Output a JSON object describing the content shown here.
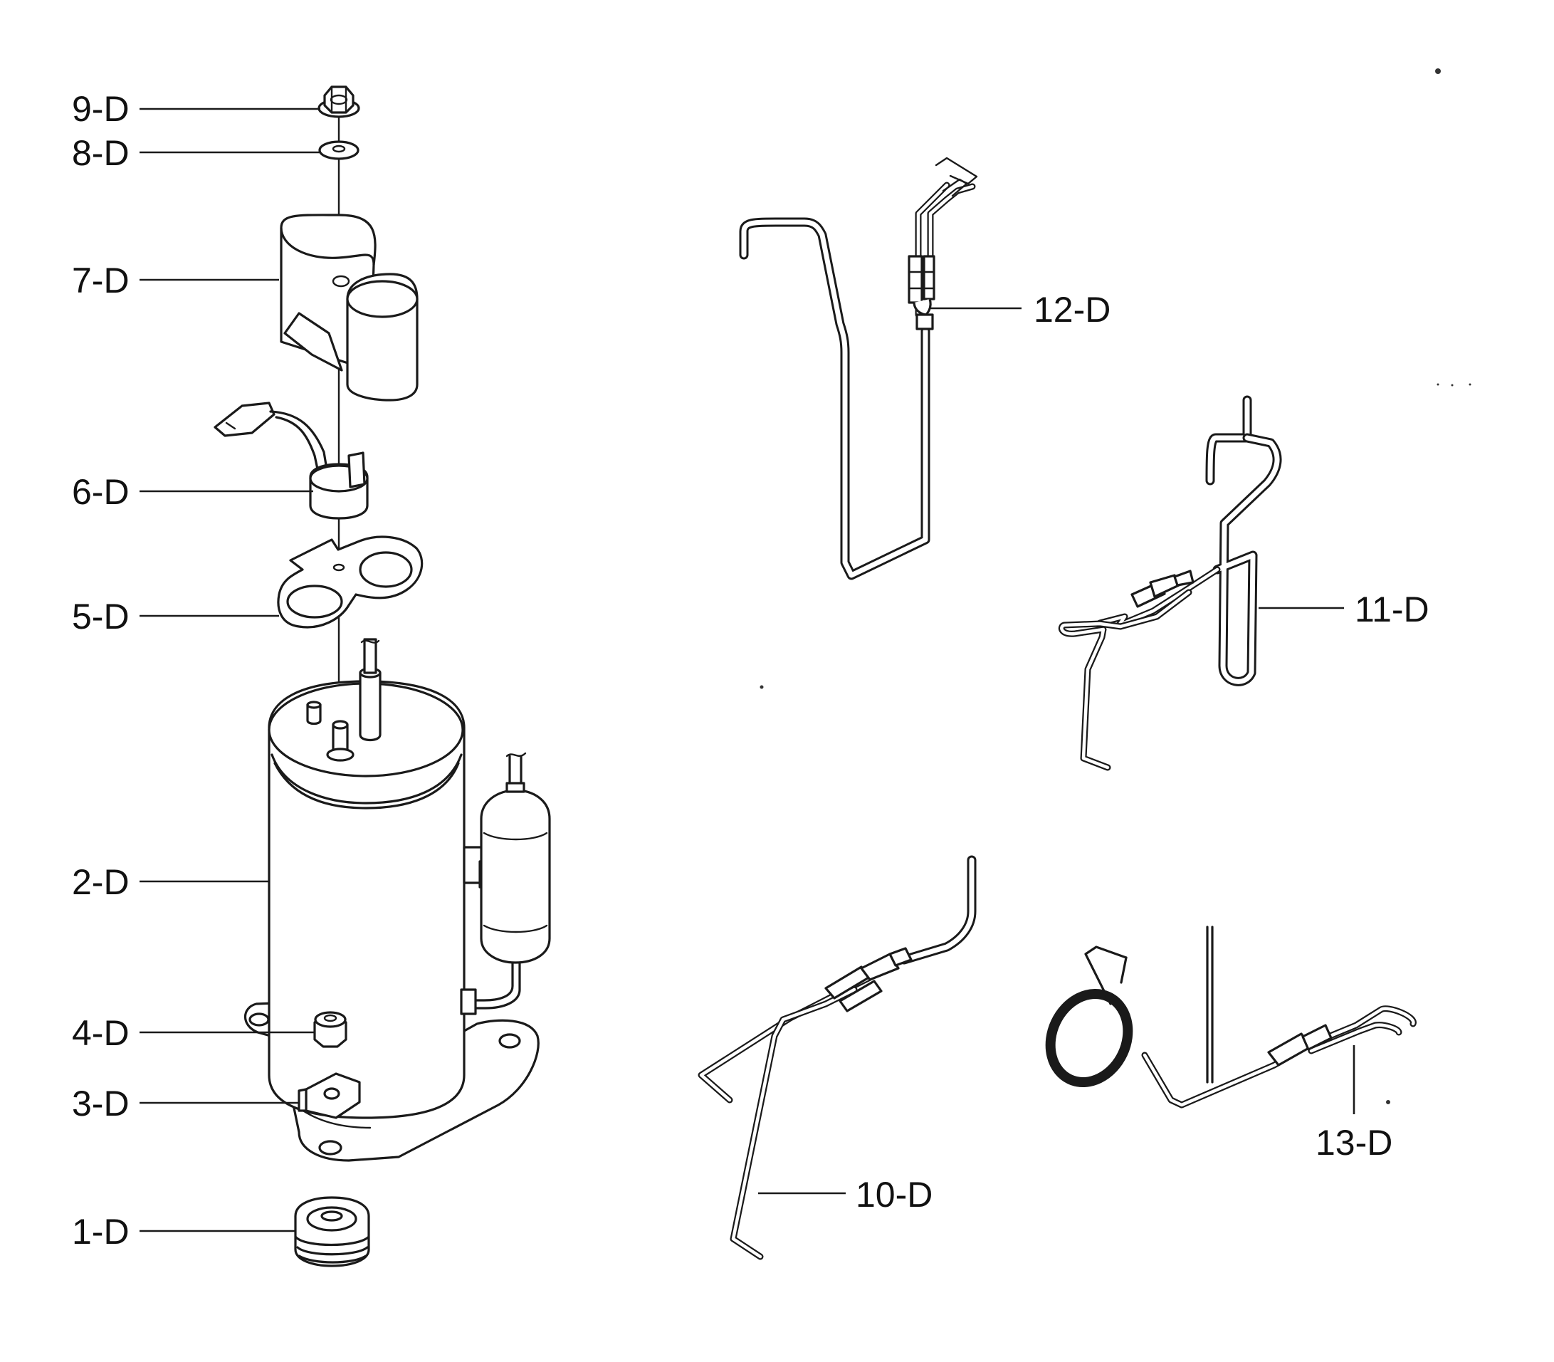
{
  "labels": {
    "p1": "1-D",
    "p2": "2-D",
    "p3": "3-D",
    "p4": "4-D",
    "p5": "5-D",
    "p6": "6-D",
    "p7": "7-D",
    "p8": "8-D",
    "p9": "9-D",
    "p10": "10-D",
    "p11": "11-D",
    "p12": "12-D",
    "p13": "13-D"
  },
  "colors": {
    "line": "#1a1a1a",
    "background": "#ffffff"
  }
}
